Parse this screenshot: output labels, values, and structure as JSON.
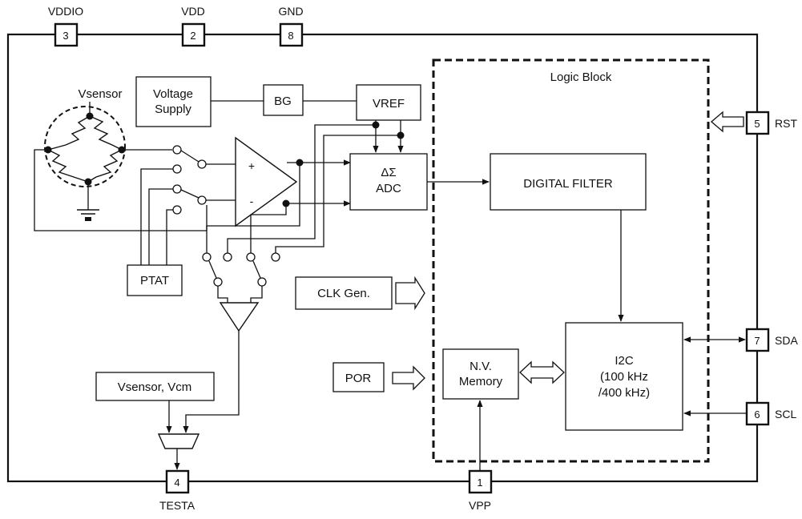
{
  "pins": {
    "vddio": {
      "name": "VDDIO",
      "num": "3"
    },
    "vdd": {
      "name": "VDD",
      "num": "2"
    },
    "gnd": {
      "name": "GND",
      "num": "8"
    },
    "rst": {
      "name": "RST",
      "num": "5"
    },
    "sda": {
      "name": "SDA",
      "num": "7"
    },
    "scl": {
      "name": "SCL",
      "num": "6"
    },
    "testa": {
      "name": "TESTA",
      "num": "4"
    },
    "vpp": {
      "name": "VPP",
      "num": "1"
    }
  },
  "blocks": {
    "vsensor": "Vsensor",
    "voltage_supply": [
      "Voltage",
      "Supply"
    ],
    "bg": "BG",
    "vref": "VREF",
    "adc": [
      "ΔΣ",
      "ADC"
    ],
    "logic_block": "Logic Block",
    "digital_filter": "DIGITAL FILTER",
    "ptat": "PTAT",
    "clk_gen": "CLK Gen.",
    "por": "POR",
    "nv_memory": [
      "N.V.",
      "Memory"
    ],
    "i2c": [
      "I2C",
      "(100 kHz",
      "/400 kHz)"
    ],
    "vsensor_vcm": "Vsensor, Vcm"
  },
  "amp": {
    "plus": "+",
    "minus": "-"
  }
}
